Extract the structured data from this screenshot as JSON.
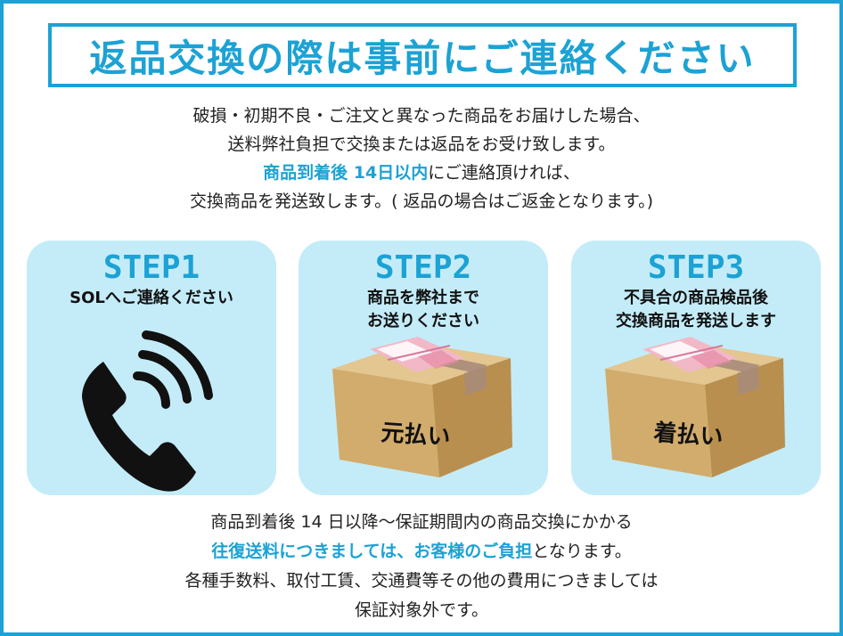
{
  "title": "返品交換の際は事前にご連絡ください",
  "intro": {
    "line1": "破損・初期不良・ご注文と異なった商品をお届けした場合、",
    "line2": "送料弊社負担で交換または返品をお受け致します。",
    "line3_highlight": "商品到着後 14日以内",
    "line3_rest": "にご連絡頂ければ、",
    "line4": "交換商品を発送致します。( 返品の場合はご返金となります。)"
  },
  "steps": [
    {
      "label": "STEP1",
      "desc_line1": "SOLへご連絡ください",
      "desc_line2": "",
      "icon": "phone-icon"
    },
    {
      "label": "STEP2",
      "desc_line1": "商品を弊社まで",
      "desc_line2": "お送りください",
      "icon": "box-icon",
      "box_text": "元払い"
    },
    {
      "label": "STEP3",
      "desc_line1": "不具合の商品検品後",
      "desc_line2": "交換商品を発送します",
      "icon": "box-icon",
      "box_text": "着払い"
    }
  ],
  "bottom": {
    "line1": "商品到着後 14 日以降〜保証期間内の商品交換にかかる",
    "line2_highlight": "往復送料につきましては、お客様のご負担",
    "line2_rest": "となります。",
    "line3": "各種手数料、取付工賃、交通費等その他の費用につきましては",
    "line4": "保証対象外です。"
  },
  "colors": {
    "accent": "#1ca2d4",
    "card_bg": "#c4ecf8",
    "box_top": "#e3c690",
    "box_front": "#d2ac6c",
    "box_side": "#b98f4f",
    "tape": "#a78b7a",
    "label": "#f2b8c8"
  }
}
